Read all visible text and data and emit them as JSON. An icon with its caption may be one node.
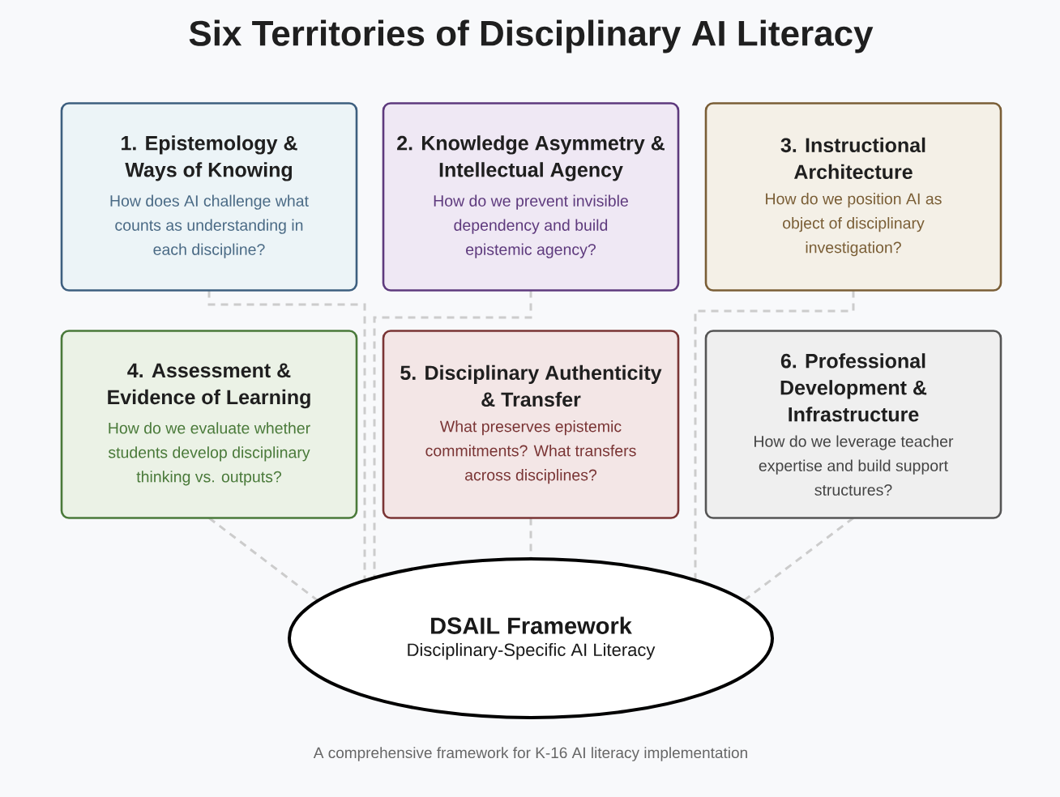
{
  "diagram": {
    "title": "Six Territories of Disciplinary AI Literacy",
    "caption": "A comprehensive framework for K-16 AI literacy implementation",
    "nodes": [
      {
        "text": [
          "1. Epistemology & Ways of Knowing",
          "How does AI challenge what counts as understanding in each discipline?"
        ]
      },
      {
        "text": [
          "2. Knowledge Asymmetry & Intellectual Agency",
          "How do we prevent invisible dependency and build epistemic agency?"
        ]
      },
      {
        "text": [
          "3. Instructional Architecture",
          "How do we position AI as object of disciplinary investigation?"
        ]
      },
      {
        "text": [
          "4. Assessment & Evidence of Learning",
          "How do we evaluate whether students develop disciplinary thinking vs. outputs?"
        ]
      },
      {
        "text": [
          "5. Disciplinary Authenticity & Transfer",
          "What preserves epistemic commitments? What transfers across disciplines?"
        ]
      },
      {
        "text": [
          "6. Professional Development & Infrastructure",
          "How do we leverage teacher expertise and build support structures?"
        ]
      },
      {
        "text": [
          "DSAIL Framework",
          "Disciplinary-Specific AI Literacy"
        ]
      }
    ],
    "edges": [
      {
        "from": 0,
        "to": 6,
        "arrow": "none",
        "style": "dashed"
      },
      {
        "from": 1,
        "to": 6,
        "arrow": "none",
        "style": "dashed"
      },
      {
        "from": 2,
        "to": 6,
        "arrow": "none",
        "style": "dashed"
      },
      {
        "from": 3,
        "to": 6,
        "arrow": "none",
        "style": "dashed"
      },
      {
        "from": 4,
        "to": 6,
        "arrow": "none",
        "style": "dashed"
      },
      {
        "from": 5,
        "to": 6,
        "arrow": "none",
        "style": "dashed"
      }
    ]
  }
}
